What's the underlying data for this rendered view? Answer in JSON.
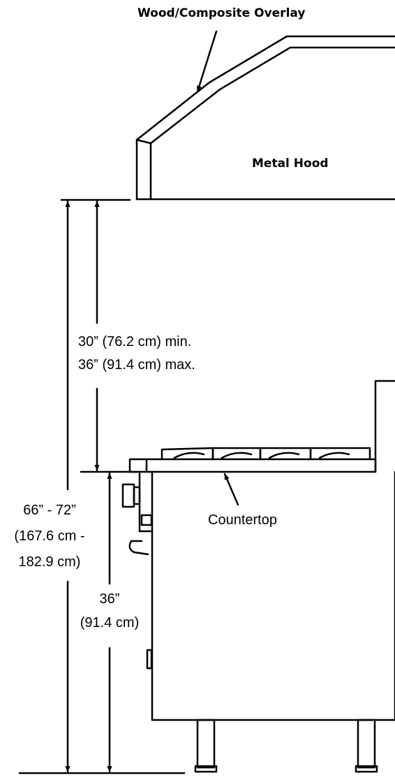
{
  "labels": {
    "overlay": "Wood/Composite Overlay",
    "hood": "Metal Hood",
    "countertop": "Countertop",
    "hood_clearance_min": "30” (76.2 cm) min.",
    "hood_clearance_max": "36” (91.4 cm) max.",
    "total_height_line1": "66” - 72”",
    "total_height_line2": "(167.6 cm -",
    "total_height_line3": "182.9 cm)",
    "counter_height_line1": "36”",
    "counter_height_line2": "(91.4 cm)"
  },
  "colors": {
    "ink": "#000000",
    "background": "#ffffff"
  }
}
